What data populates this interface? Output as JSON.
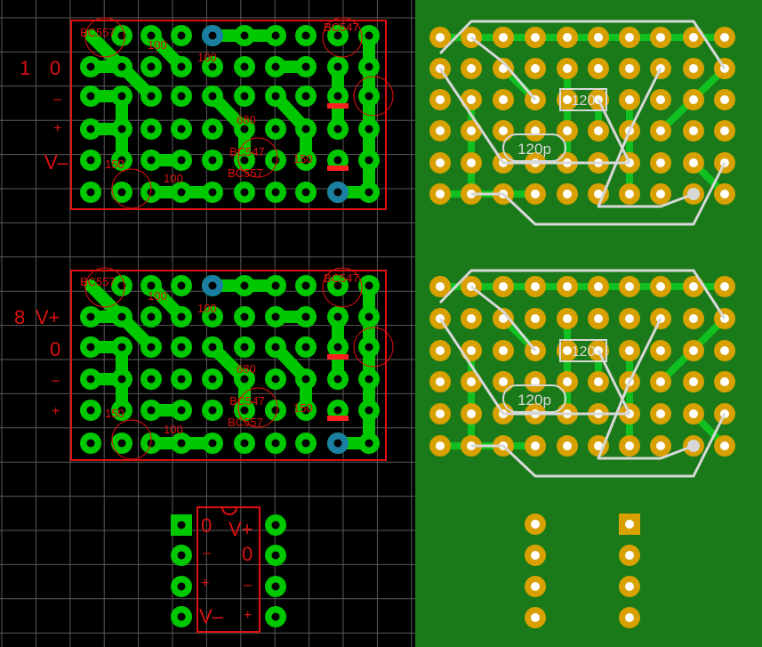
{
  "left_panel": {
    "background": "#000000",
    "grid_color": "#5a5a5a",
    "pad_color": "#00c800",
    "outline_color": "#e01010",
    "via_color": "#1a7fa0",
    "board1": {
      "side_labels": [
        "1",
        "0",
        "–",
        "+",
        "V–"
      ],
      "part_labels": [
        "BC557",
        "100",
        "100",
        "BC547",
        "680",
        "BC547",
        "BC557",
        "100",
        "150",
        "150"
      ]
    },
    "board2": {
      "side_labels": [
        "8",
        "V+",
        "0",
        "–",
        "+"
      ],
      "part_labels": [
        "BC557",
        "100",
        "100",
        "BC547",
        "680",
        "BC547",
        "BC557",
        "100",
        "150",
        "150"
      ]
    },
    "ic": {
      "pin_labels_left": [
        "0",
        "–",
        "+",
        "V–"
      ],
      "pin_labels_right": [
        "V+",
        "0",
        "–",
        "+"
      ]
    }
  },
  "right_panel": {
    "background": "#1a7a1a",
    "pad_color": "#d8a000",
    "wire_color": "#d8d8d8",
    "board1": {
      "resistor_label": "120",
      "cap_label": "120p"
    },
    "board2": {
      "resistor_label": "120",
      "cap_label": "120p"
    }
  }
}
